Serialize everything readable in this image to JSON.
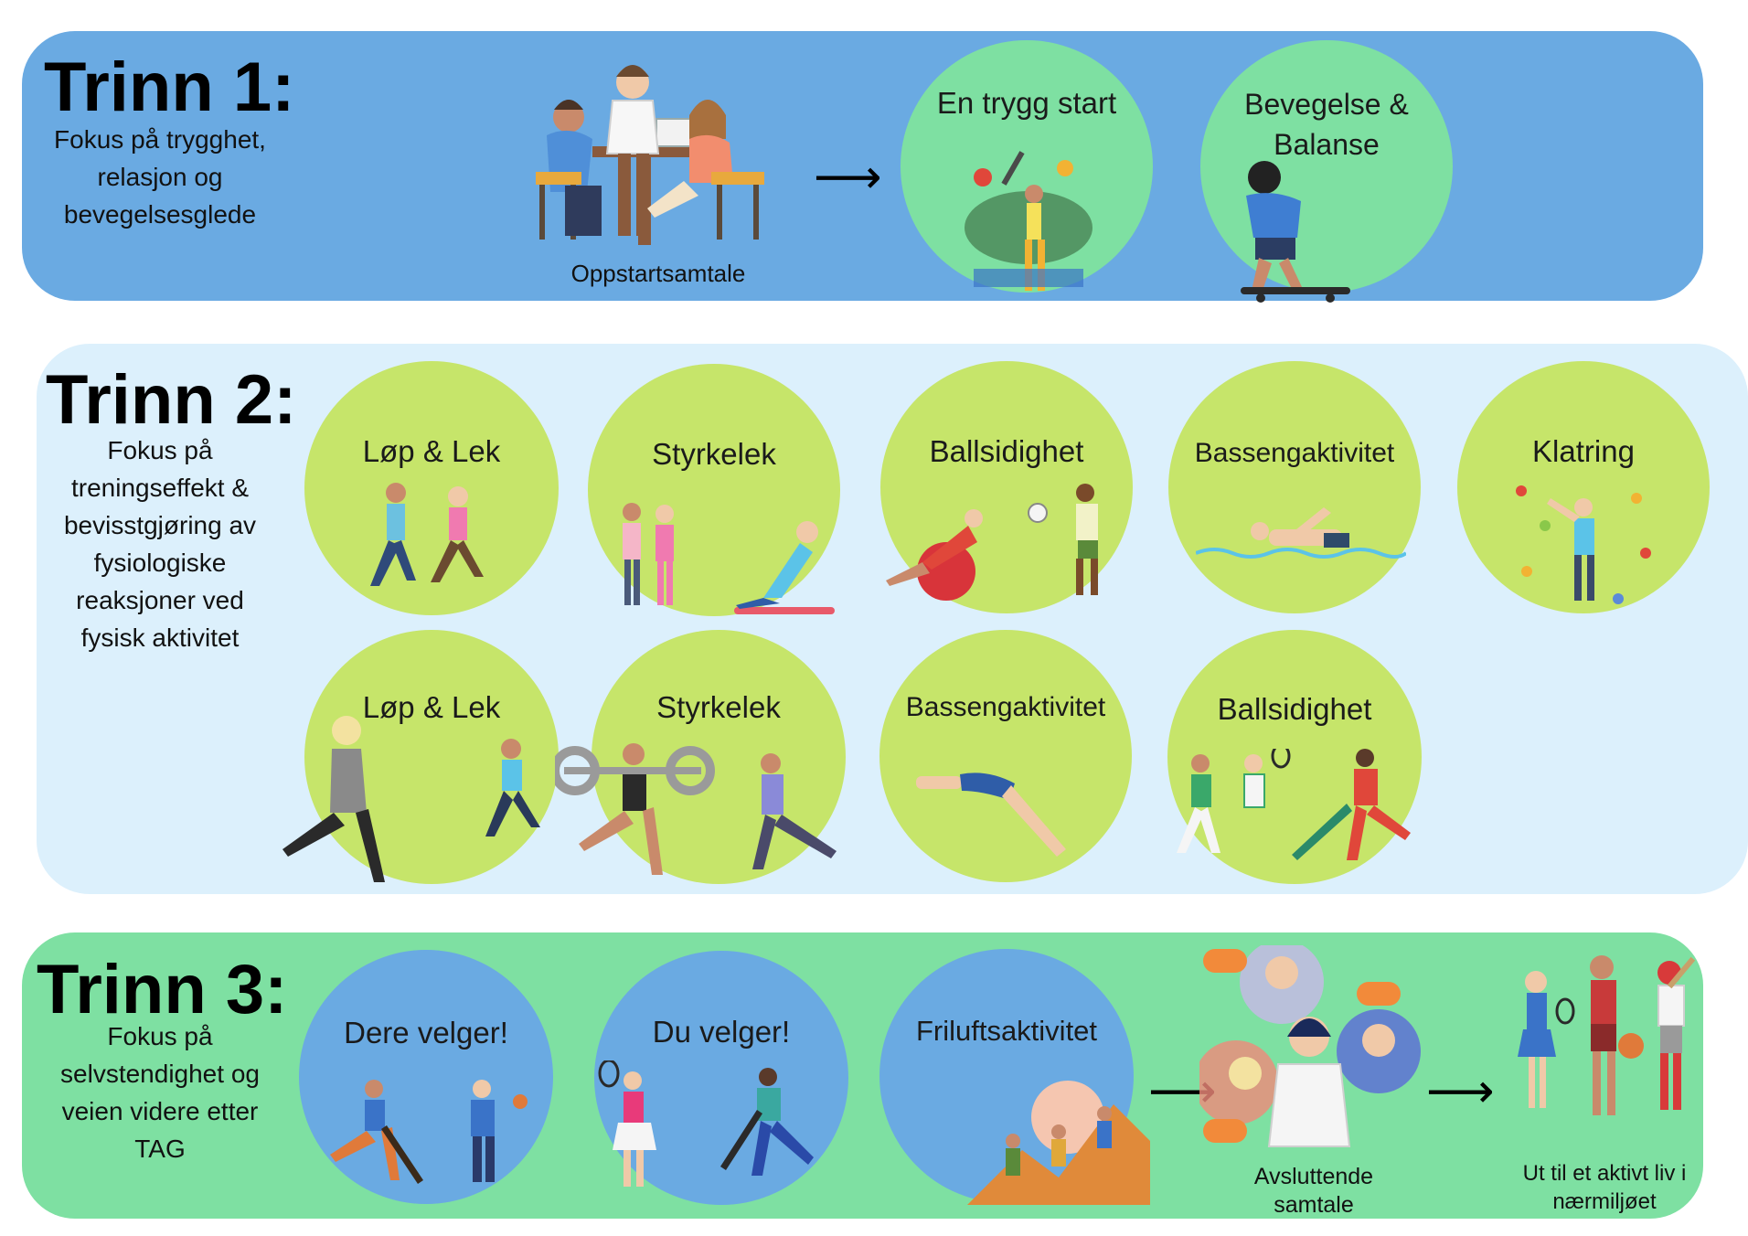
{
  "stage1": {
    "heading": "Trinn 1:",
    "focus": [
      "Fokus på trygghet,",
      "relasjon og",
      "bevegelsesglede"
    ],
    "meeting_caption": "Oppstartsamtale",
    "circles": [
      {
        "label_lines": [
          "En trygg start"
        ]
      },
      {
        "label_lines": [
          "Bevegelse &",
          "Balanse"
        ]
      }
    ]
  },
  "stage2": {
    "heading": "Trinn 2:",
    "focus": [
      "Fokus på",
      "treningseffekt &",
      "bevisstgjøring av",
      "fysiologiske",
      "reaksjoner ved",
      "fysisk aktivitet"
    ],
    "row1": [
      {
        "label": "Løp & Lek"
      },
      {
        "label": "Styrkelek"
      },
      {
        "label": "Ballsidighet"
      },
      {
        "label": "Bassengaktivitet"
      },
      {
        "label": "Klatring"
      }
    ],
    "row2": [
      {
        "label": "Løp & Lek"
      },
      {
        "label": "Styrkelek"
      },
      {
        "label": "Bassengaktivitet"
      },
      {
        "label": "Ballsidighet"
      }
    ]
  },
  "stage3": {
    "heading": "Trinn 3:",
    "focus": [
      "Fokus på",
      "selvstendighet og",
      "veien videre etter",
      "TAG"
    ],
    "circles": [
      {
        "label": "Dere velger!"
      },
      {
        "label": "Du velger!"
      },
      {
        "label": "Friluftsaktivitet"
      }
    ],
    "closing_caption": [
      "Avsluttende",
      "samtale"
    ],
    "final_caption": [
      "Ut til et aktivt liv i",
      "nærmiljøet"
    ]
  },
  "icons": {
    "arrow": "right-arrow-icon"
  },
  "colors": {
    "stage1_band": "#6aaae2",
    "stage2_band": "#dcf0fc",
    "stage3_band": "#7ee0a2",
    "circle_green": "#7ee0a2",
    "circle_lime": "#c6e56a",
    "circle_blue": "#6aaae2"
  }
}
